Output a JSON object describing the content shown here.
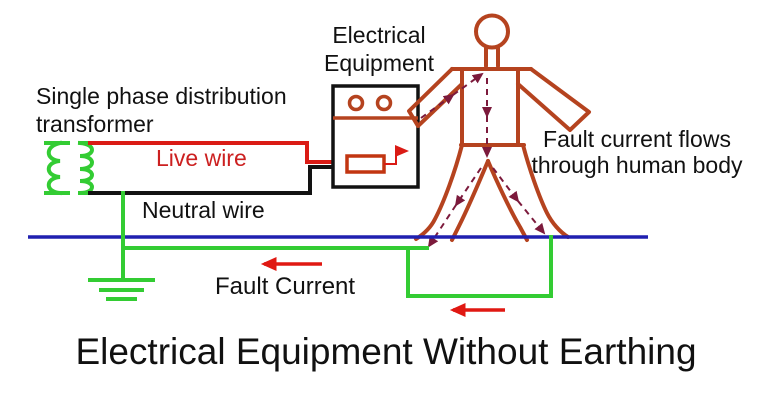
{
  "diagram": {
    "title": "Electrical Equipment Without Earthing",
    "labels": {
      "transformer": "Single phase distribution\ntransformer",
      "equipment": "Electrical\nEquipment",
      "live_wire": "Live wire",
      "neutral_wire": "Neutral wire",
      "fault_flow": "Fault current flows\nthrough human body",
      "fault_current": "Fault Current"
    },
    "colors": {
      "live": "#da1b15",
      "live_text": "#cc2020",
      "neutral": "#121212",
      "earth": "#33cc33",
      "ground": "#2020b0",
      "body": "#b5431f",
      "body_arrow": "#7c1a3c",
      "fault_arrow": "#e01812",
      "fuse": "#c23511",
      "outline": "#121212",
      "text": "#111111"
    }
  }
}
